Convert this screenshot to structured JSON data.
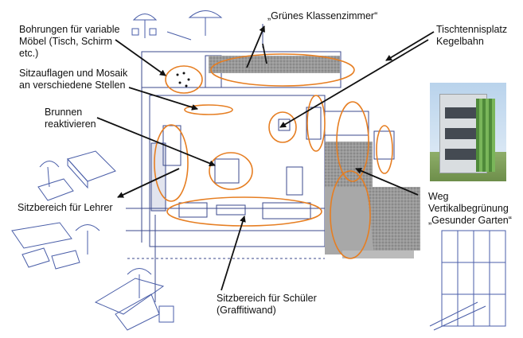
{
  "labels": {
    "bohrungen": [
      "Bohrungen für variable",
      "Möbel (Tisch, Schirm",
      "etc.)"
    ],
    "sitzauflagen": [
      "Sitzauflagen und Mosaik",
      "an verschiedene Stellen"
    ],
    "brunnen": [
      "Brunnen",
      "reaktivieren"
    ],
    "lehrer": [
      "Sitzbereich für Lehrer"
    ],
    "klassenzimmer": [
      "„Grünes Klassenzimmer“"
    ],
    "tischtennis": [
      "Tischtennisplatz",
      "Kegelbahn"
    ],
    "weg": [
      "Weg",
      "Vertikalbegrünung",
      "„Gesunder Garten“"
    ],
    "schueler": [
      "Sitzbereich für Schüler",
      "(Graffitiwand)"
    ]
  },
  "colors": {
    "highlight": "#e67e22",
    "arrow": "#111111",
    "plan_line": "#3b4a8c",
    "hatch": "#8a8a8a"
  }
}
